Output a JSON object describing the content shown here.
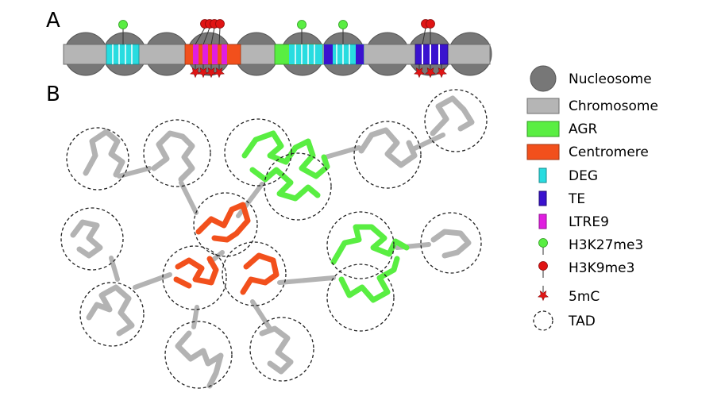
{
  "panels": {
    "a": "A",
    "b": "B"
  },
  "legend": [
    {
      "key": "nucleosome",
      "label": "Nucleosome"
    },
    {
      "key": "chromosome",
      "label": "Chromosome"
    },
    {
      "key": "agr",
      "label": "AGR"
    },
    {
      "key": "centromere",
      "label": "Centromere"
    },
    {
      "key": "deg",
      "label": "DEG"
    },
    {
      "key": "te",
      "label": "TE"
    },
    {
      "key": "ltre9",
      "label": "LTRE9"
    },
    {
      "key": "h3k27me3",
      "label": "H3K27me3"
    },
    {
      "key": "h3k9me3",
      "label": "H3K9me3"
    },
    {
      "key": "5mc",
      "label": "5mC"
    },
    {
      "key": "tad",
      "label": "TAD"
    }
  ],
  "colors": {
    "nucleosome": "#777777",
    "chromosome": "#b5b5b5",
    "agr": "#59ee42",
    "centromere": "#f2501c",
    "deg": "#28dce0",
    "te": "#3a12cf",
    "ltre9": "#e01ee0",
    "h3k27me3": "#59ee42",
    "h3k9me3": "#e01414",
    "5mc": "#e01414"
  }
}
